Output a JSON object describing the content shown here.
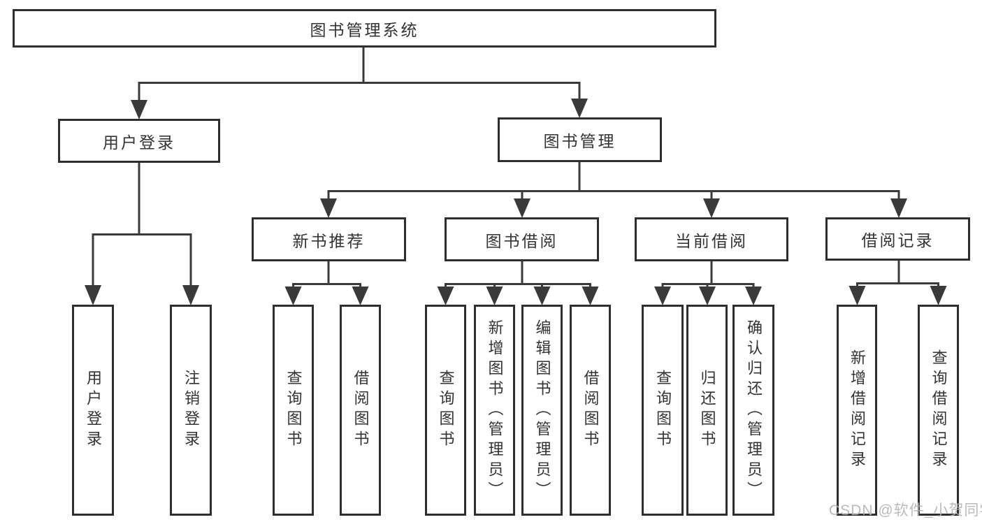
{
  "diagram": {
    "root": {
      "label": "图书管理系统"
    },
    "branches": [
      {
        "label": "用户登录",
        "leaves": [
          {
            "label": "用户登录"
          },
          {
            "label": "注销登录"
          }
        ]
      },
      {
        "label": "图书管理",
        "children": [
          {
            "label": "新书推荐",
            "leaves": [
              {
                "label": "查询图书"
              },
              {
                "label": "借阅图书"
              }
            ]
          },
          {
            "label": "图书借阅",
            "leaves": [
              {
                "label": "查询图书"
              },
              {
                "label": "新增图书（管理员）"
              },
              {
                "label": "编辑图书（管理员）"
              },
              {
                "label": "借阅图书"
              }
            ]
          },
          {
            "label": "当前借阅",
            "leaves": [
              {
                "label": "查询图书"
              },
              {
                "label": "归还图书"
              },
              {
                "label": "确认归还（管理员）"
              }
            ]
          },
          {
            "label": "借阅记录",
            "leaves": [
              {
                "label": "新增借阅记录"
              },
              {
                "label": "查询借阅记录"
              }
            ]
          }
        ]
      }
    ]
  },
  "watermark": {
    "text": "CSDN @软件_小贺同学"
  },
  "colors": {
    "line": "#3a3a3a",
    "box_border": "#2e2e2e",
    "box_fill": "#ffffff",
    "text": "#333333",
    "watermark": "#b0b0b0"
  }
}
